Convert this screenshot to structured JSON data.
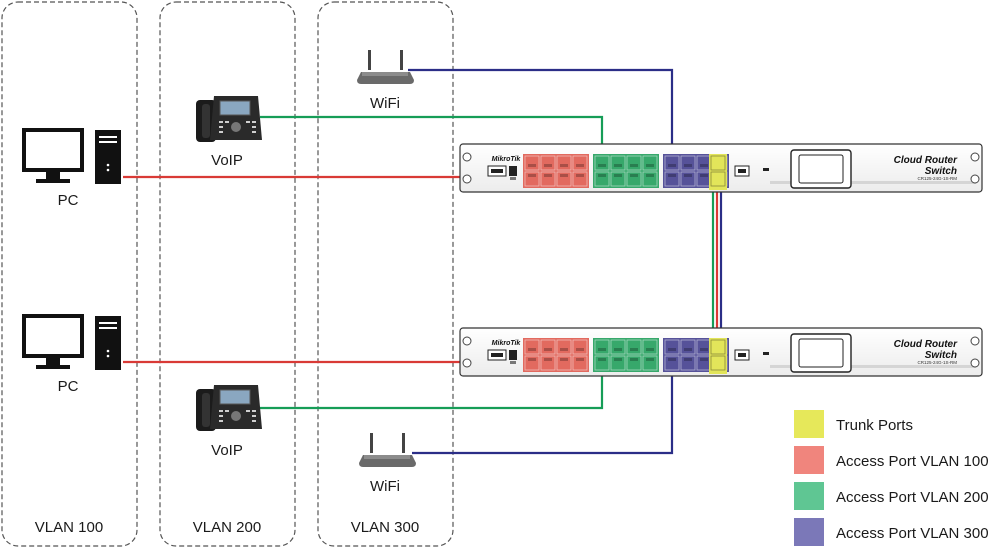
{
  "colors": {
    "vlan100": "#d93a36",
    "vlan200": "#169d57",
    "vlan300": "#2b2e87",
    "trunk": "#e2e55a",
    "legend_trunk": "#e6e85a",
    "legend_vlan100": "#f0857d",
    "legend_vlan200": "#5fc693",
    "legend_vlan300": "#7b78b8",
    "port_red": "#e26a5f",
    "port_green": "#37a86b",
    "port_blue": "#565299"
  },
  "zones": [
    {
      "label": "VLAN 100"
    },
    {
      "label": "VLAN 200"
    },
    {
      "label": "VLAN 300"
    }
  ],
  "devices": {
    "pc_top": "PC",
    "pc_bottom": "PC",
    "voip_top": "VoIP",
    "voip_bottom": "VoIP",
    "wifi_top": "WiFi",
    "wifi_bottom": "WiFi"
  },
  "switches": [
    {
      "line1": "Cloud Router",
      "line2": "Switch",
      "model": "CR125-24G-1S-RM",
      "logo": "MikroTik"
    },
    {
      "line1": "Cloud Router",
      "line2": "Switch",
      "model": "CR125-24G-1S-RM",
      "logo": "MikroTik"
    }
  ],
  "legend": [
    {
      "label": "Trunk Ports",
      "color_key": "legend_trunk"
    },
    {
      "label": "Access Port VLAN 100",
      "color_key": "legend_vlan100"
    },
    {
      "label": "Access Port VLAN 200",
      "color_key": "legend_vlan200"
    },
    {
      "label": "Access Port VLAN 300",
      "color_key": "legend_vlan300"
    }
  ]
}
